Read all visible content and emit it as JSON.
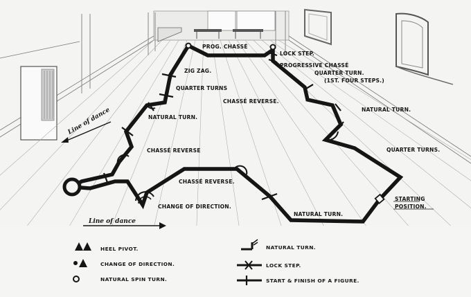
{
  "labels": {
    "prog_chasse": "PROG. CHASSÉ",
    "lock_step": "LOCK STEP.",
    "progressive_chasse": "PROGRESSIVE CHASSÉ",
    "quarter_turn": "QUARTER TURN.",
    "first_four_steps": "(1ST. FOUR STEPS.)",
    "zig_zag": "ZIG ZAG.",
    "quarter_turns_upper": "QUARTER TURNS",
    "chasse_reverse_center": "CHASSÉ REVERSE.",
    "natural_turn_left": "NATURAL TURN.",
    "natural_turn_right": "NATURAL TURN.",
    "quarter_turns_right": "QUARTER TURNS.",
    "chasse_reverse_left": "CHASSÉ REVERSE",
    "chasse_reverse_lower": "CHASSÉ REVERSE.",
    "change_of_direction": "CHANGE OF DIRECTION.",
    "natural_turn_bottom": "NATURAL TURN.",
    "starting_position_line1": "STARTING",
    "starting_position_line2": "POSITION."
  },
  "line_of_dance": {
    "upper": "Line of dance",
    "lower": "Line of dance"
  },
  "legend": {
    "heel_pivot": "HEEL PIVOT.",
    "change_of_direction": "CHANGE OF DIRECTION.",
    "natural_spin_turn": "NATURAL SPIN TURN.",
    "natural_turn": "NATURAL TURN.",
    "lock_step": "LOCK STEP.",
    "start_finish": "START & FINISH OF A FIGURE."
  },
  "colors": {
    "ink": "#151515",
    "paper": "#f4f4f2",
    "floor_line": "#8a8a8a"
  }
}
